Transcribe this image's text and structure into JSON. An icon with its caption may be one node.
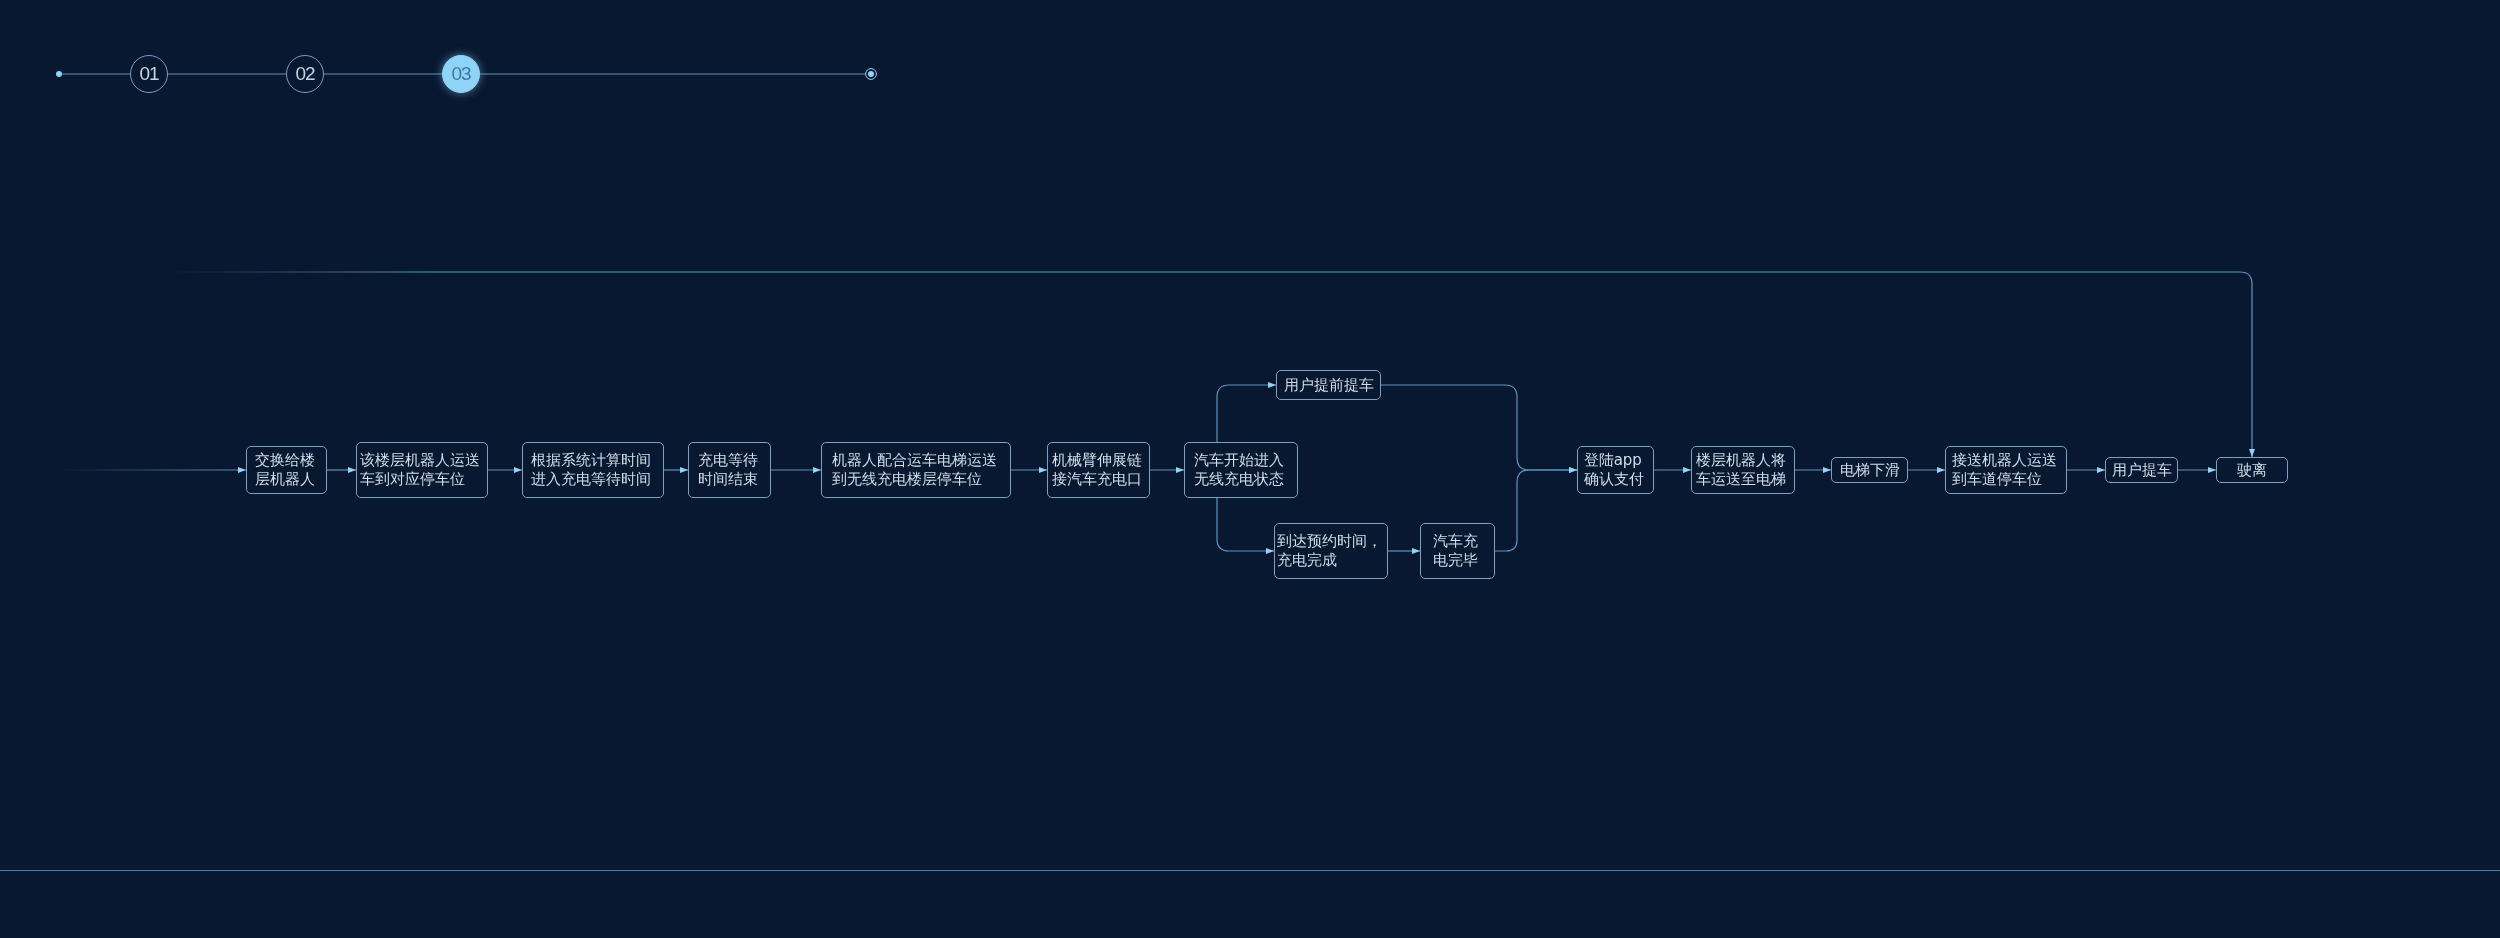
{
  "diagram": {
    "nodes": [
      {
        "text": [],
        "shape": "circle"
      },
      {
        "text": [
          "01"
        ]
      },
      {
        "text": [
          "02"
        ]
      },
      {
        "text": [
          "03"
        ]
      },
      {
        "text": [],
        "shape": "circle"
      },
      {
        "text": [
          "交换给楼层机器人"
        ]
      },
      {
        "text": [
          "该楼层机器人运送车到对应停车位"
        ]
      },
      {
        "text": [
          "根据系统计算时间进入充电等待时间"
        ]
      },
      {
        "text": [
          "充电等待时间结束"
        ]
      },
      {
        "text": [
          "机器人配合运车电梯运送到无线充电楼层停车位"
        ]
      },
      {
        "text": [
          "机械臂伸展链接汽车充电口"
        ]
      },
      {
        "text": [
          "汽车开始进入无线充电状态"
        ]
      },
      {
        "text": [
          "用户提前提车"
        ]
      },
      {
        "text": [
          "到达预约时间，充电完成"
        ]
      },
      {
        "text": [
          "汽车充电完毕"
        ]
      },
      {
        "text": [
          "登陆app确认支付"
        ]
      },
      {
        "text": [
          "楼层机器人将车运送至电梯"
        ]
      },
      {
        "text": [
          "电梯下滑"
        ]
      },
      {
        "text": [
          "接送机器人运送到车道停车位"
        ]
      },
      {
        "text": [
          "用户提车"
        ]
      },
      {
        "text": [
          "驶离"
        ]
      }
    ],
    "edges": [
      {
        "from": 0,
        "to": 1,
        "arrow": "none"
      },
      {
        "from": 1,
        "to": 2,
        "arrow": "none"
      },
      {
        "from": 2,
        "to": 3,
        "arrow": "none"
      },
      {
        "from": 3,
        "to": 4,
        "arrow": "none"
      },
      {
        "from": null,
        "to": 5,
        "arrow": "to"
      },
      {
        "from": 5,
        "to": 6,
        "arrow": "to"
      },
      {
        "from": 6,
        "to": 7,
        "arrow": "to"
      },
      {
        "from": 7,
        "to": 8,
        "arrow": "to"
      },
      {
        "from": 8,
        "to": 9,
        "arrow": "to"
      },
      {
        "from": 9,
        "to": 10,
        "arrow": "to"
      },
      {
        "from": 10,
        "to": 11,
        "arrow": "to"
      },
      {
        "from": 11,
        "to": 12,
        "arrow": "to"
      },
      {
        "from": 11,
        "to": 13,
        "arrow": "to"
      },
      {
        "from": 13,
        "to": 14,
        "arrow": "to"
      },
      {
        "from": 12,
        "to": 15,
        "arrow": "to"
      },
      {
        "from": 14,
        "to": 15,
        "arrow": "to"
      },
      {
        "from": 15,
        "to": 16,
        "arrow": "to"
      },
      {
        "from": 16,
        "to": 17,
        "arrow": "to"
      },
      {
        "from": 17,
        "to": 18,
        "arrow": "to"
      },
      {
        "from": 18,
        "to": 19,
        "arrow": "to"
      },
      {
        "from": 19,
        "to": 20,
        "arrow": "to"
      },
      {
        "from": null,
        "to": 20,
        "arrow": "to"
      }
    ]
  }
}
